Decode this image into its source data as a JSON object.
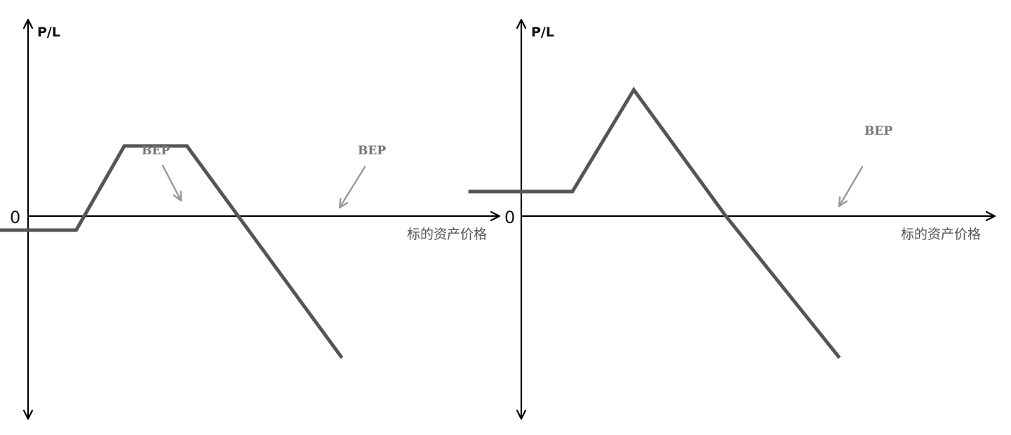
{
  "chart_data": [
    {
      "type": "line",
      "ylabel": "P/L",
      "xlabel": "标的资产价格",
      "zero_label": "0",
      "series": [
        {
          "points": [
            [
              -1.0,
              -0.2
            ],
            [
              1.0,
              -0.2
            ],
            [
              2.0,
              1.0
            ],
            [
              3.3,
              1.0
            ],
            [
              6.5,
              -2.0
            ]
          ]
        }
      ],
      "annotations": [
        {
          "text": "BEP",
          "x": 1.2,
          "y": 0
        },
        {
          "text": "BEP",
          "x": 4.2,
          "y": 0
        }
      ],
      "color": "#555555"
    },
    {
      "type": "line",
      "ylabel": "P/L",
      "xlabel": "标的资产价格",
      "zero_label": "0",
      "series": [
        {
          "points": [
            [
              -1.0,
              0.35
            ],
            [
              1.0,
              0.35
            ],
            [
              2.2,
              1.8
            ],
            [
              4.0,
              0.0
            ],
            [
              6.2,
              -2.0
            ]
          ]
        }
      ],
      "annotations": [
        {
          "text": "BEP",
          "x": 4.0,
          "y": 0
        }
      ],
      "color": "#555555"
    }
  ]
}
